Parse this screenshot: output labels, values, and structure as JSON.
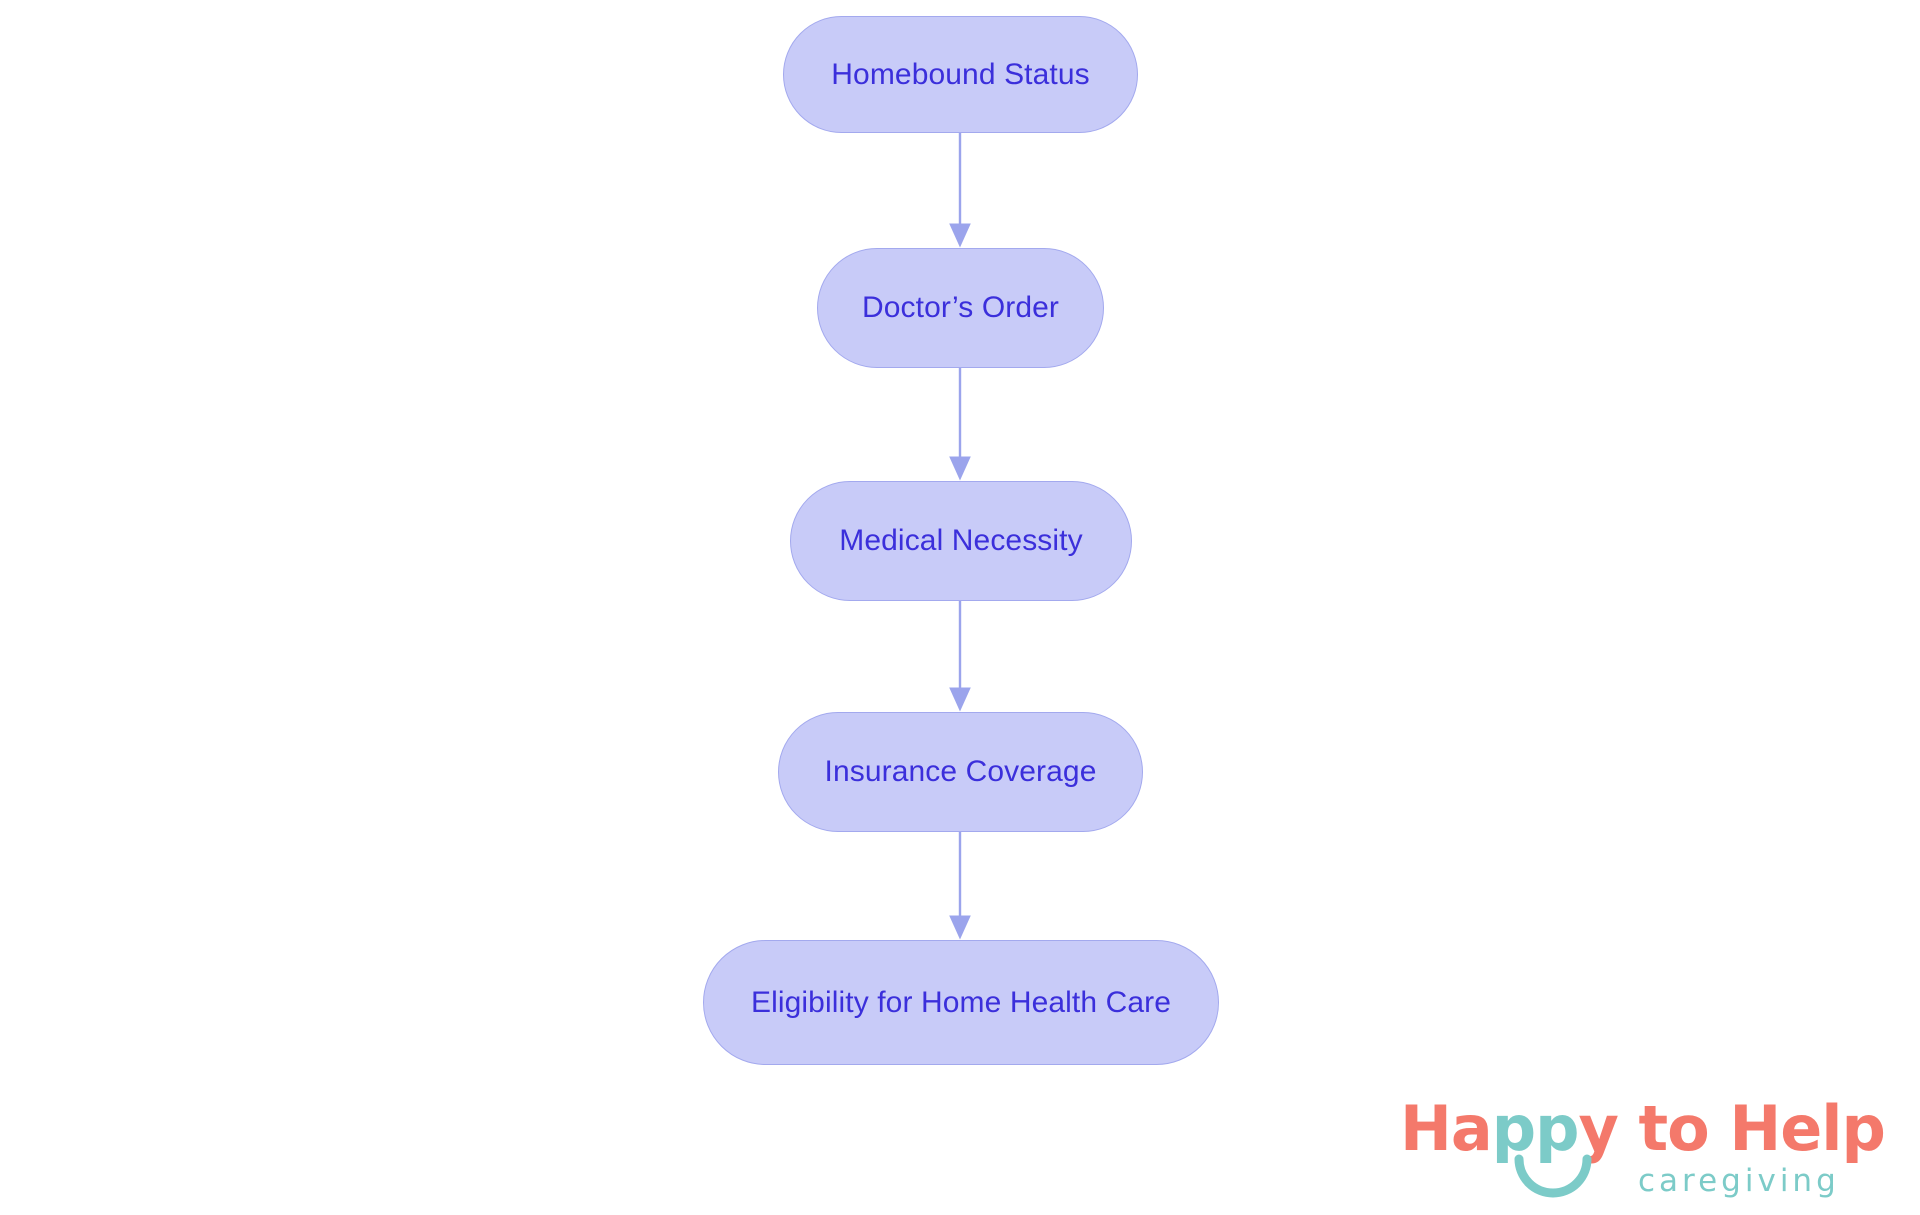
{
  "diagram": {
    "type": "flowchart",
    "orientation": "vertical-top-to-bottom",
    "background_color": "#ffffff",
    "node_fill": "#c8cbf8",
    "node_border": "#a3a9ee",
    "node_text_color": "#3b2fdb",
    "arrow_color": "#9ba4ec",
    "nodes": [
      {
        "id": "homebound-status",
        "label": "Homebound Status"
      },
      {
        "id": "doctors-order",
        "label": "Doctor’s Order"
      },
      {
        "id": "medical-necessity",
        "label": "Medical Necessity"
      },
      {
        "id": "insurance-coverage",
        "label": "Insurance Coverage"
      },
      {
        "id": "eligibility-home-health-care",
        "label": "Eligibility for Home Health Care"
      }
    ],
    "edges": [
      {
        "from": "homebound-status",
        "to": "doctors-order",
        "label": ""
      },
      {
        "from": "doctors-order",
        "to": "medical-necessity",
        "label": ""
      },
      {
        "from": "medical-necessity",
        "to": "insurance-coverage",
        "label": ""
      },
      {
        "from": "insurance-coverage",
        "to": "eligibility-home-health-care",
        "label": ""
      }
    ]
  },
  "logo": {
    "word_1": "Ha",
    "word_2": "pp",
    "word_3": "y to Help",
    "tagline": "caregiving",
    "coral_color": "#f4796b",
    "teal_color": "#7ccbc8",
    "smile_icon": "smile-arc-icon"
  }
}
